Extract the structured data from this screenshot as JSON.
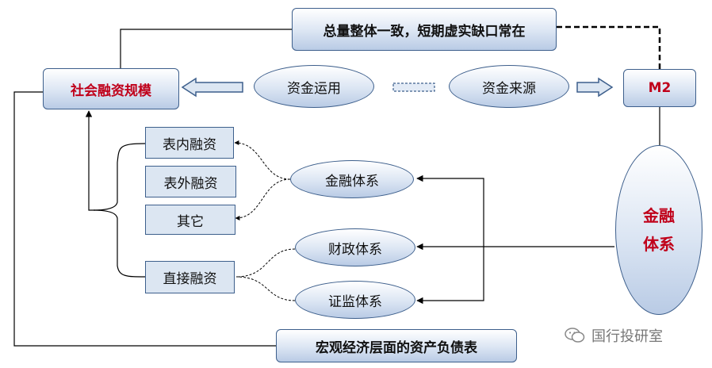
{
  "top_box": "总量整体一致，短期虚实缺口常在",
  "social_financing": "社会融资规模",
  "use_of_funds": "资金运用",
  "source_of_funds": "资金来源",
  "m2": "M2",
  "on_balance": "表内融资",
  "off_balance": "表外融资",
  "other": "其它",
  "direct_financing": "直接融资",
  "financial_system": "金融体系",
  "fiscal_system": "财政体系",
  "securities_system": "证监体系",
  "big_financial_system": [
    "金融",
    "体系"
  ],
  "macro_balance_sheet": "宏观经济层面的资产负债表",
  "watermark": "国行投研室",
  "colors": {
    "accent_red": "#c0001a",
    "box_border": "#3d5f8c",
    "box_fill": "#dce6f2"
  }
}
